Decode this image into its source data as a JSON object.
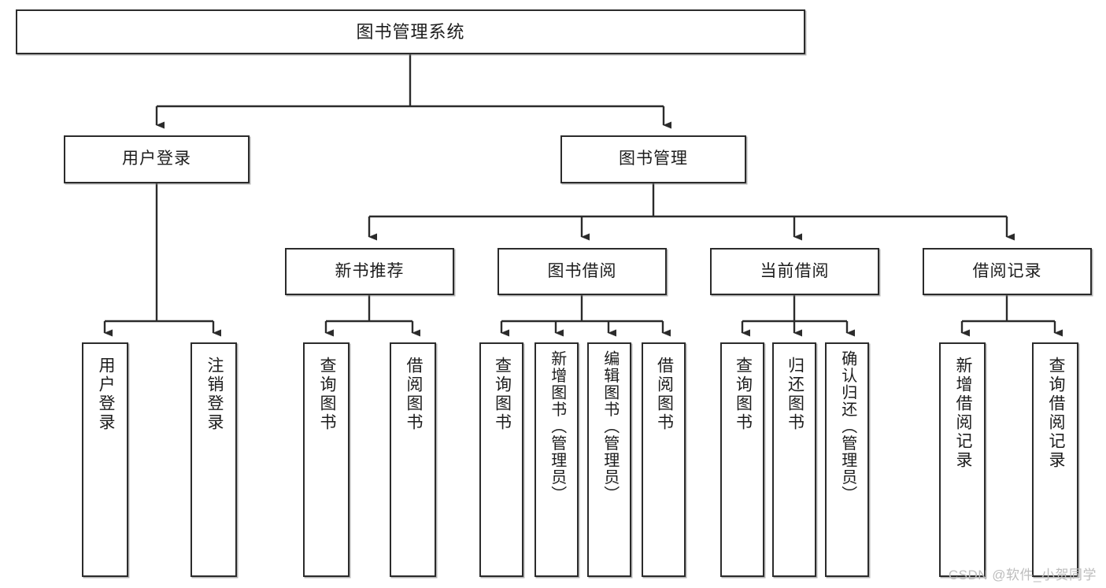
{
  "diagram": {
    "type": "tree",
    "title": "图书管理系统",
    "orientation": "top-down",
    "colors": {
      "box_border": "#2b2b2b",
      "box_fill": "#ffffff",
      "connector": "#2b2b2b",
      "text": "#1c1c1c",
      "watermark": "#bdbdbd"
    },
    "root": {
      "label": "图书管理系统"
    },
    "level2": [
      {
        "label": "用户登录"
      },
      {
        "label": "图书管理"
      }
    ],
    "level3": [
      {
        "label": "新书推荐"
      },
      {
        "label": "图书借阅"
      },
      {
        "label": "当前借阅"
      },
      {
        "label": "借阅记录"
      }
    ],
    "leaves": {
      "user_login": [
        {
          "label": "用户登录"
        },
        {
          "label": "注销登录"
        }
      ],
      "new_book_recommend": [
        {
          "label": "查询图书"
        },
        {
          "label": "借阅图书"
        }
      ],
      "book_borrow": [
        {
          "label": "查询图书"
        },
        {
          "label": "新增图书（管理员）"
        },
        {
          "label": "编辑图书（管理员）"
        },
        {
          "label": "借阅图书"
        }
      ],
      "current_borrow": [
        {
          "label": "查询图书"
        },
        {
          "label": "归还图书"
        },
        {
          "label": "确认归还（管理员）"
        }
      ],
      "borrow_record": [
        {
          "label": "新增借阅记录"
        },
        {
          "label": "查询借阅记录"
        }
      ]
    }
  },
  "watermark": {
    "text": "CSDN @软件_小贺同学"
  }
}
